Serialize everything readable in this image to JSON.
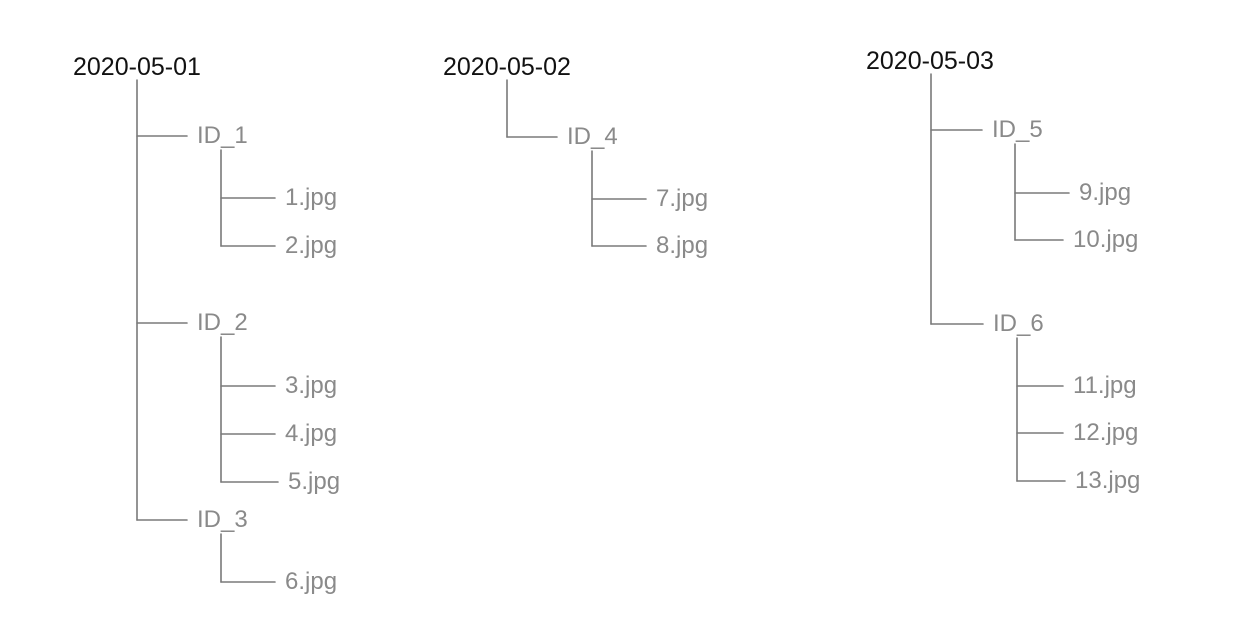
{
  "colors": {
    "root_text": "#111111",
    "node_text": "#8a8a8a",
    "line": "#7a7a7a"
  },
  "trees": [
    {
      "date": "2020-05-01",
      "ids": [
        {
          "label": "ID_1",
          "files": [
            "1.jpg",
            "2.jpg"
          ]
        },
        {
          "label": "ID_2",
          "files": [
            "3.jpg",
            "4.jpg",
            "5.jpg"
          ]
        },
        {
          "label": "ID_3",
          "files": [
            "6.jpg"
          ]
        }
      ]
    },
    {
      "date": "2020-05-02",
      "ids": [
        {
          "label": "ID_4",
          "files": [
            "7.jpg",
            "8.jpg"
          ]
        }
      ]
    },
    {
      "date": "2020-05-03",
      "ids": [
        {
          "label": "ID_5",
          "files": [
            "9.jpg",
            "10.jpg"
          ]
        },
        {
          "label": "ID_6",
          "files": [
            "11.jpg",
            "12.jpg",
            "13.jpg"
          ]
        }
      ]
    }
  ]
}
